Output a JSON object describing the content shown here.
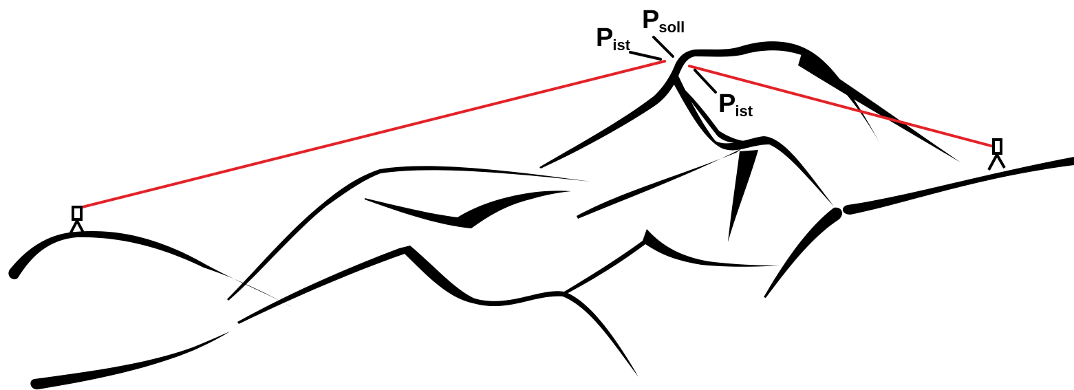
{
  "labels": {
    "p_ist_left": {
      "main": "P",
      "sub": "ist"
    },
    "p_soll": {
      "main": "P",
      "sub": "soll"
    },
    "p_ist_right": {
      "main": "P",
      "sub": "ist"
    }
  },
  "colors": {
    "sight_line": "#e32228",
    "ink": "#000000",
    "background": "#ffffff"
  }
}
